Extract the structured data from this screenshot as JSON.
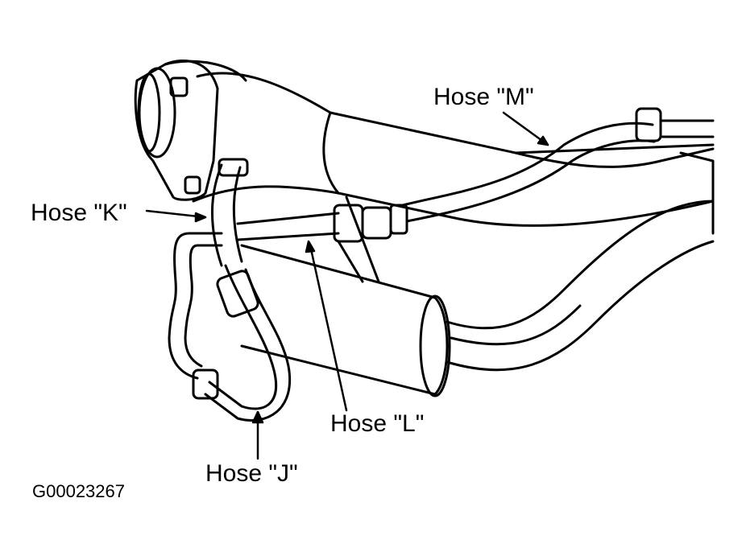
{
  "labels": {
    "hose_m": "Hose \"M\"",
    "hose_k": "Hose \"K\"",
    "hose_l": "Hose \"L\"",
    "hose_j": "Hose \"J\""
  },
  "figure_id": "G00023267",
  "colors": {
    "line": "#000000",
    "background": "#ffffff"
  }
}
